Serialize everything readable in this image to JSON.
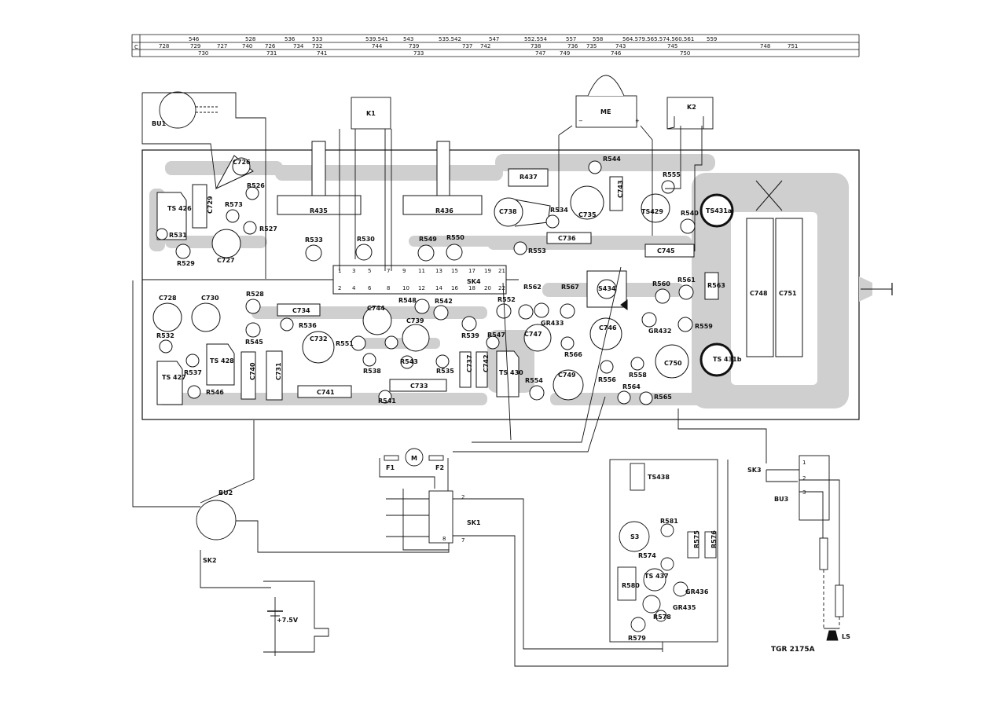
{
  "ref_strip": {
    "row_label": "C",
    "top_refs": [
      "546",
      "528",
      "536",
      "533",
      "539.541",
      "543",
      "535.542",
      "547",
      "552.554",
      "557",
      "558",
      "564.579.565.574.560.561",
      "559"
    ],
    "mid_refs": [
      "728",
      "729",
      "727",
      "740",
      "726",
      "734",
      "732",
      "744",
      "739",
      "737",
      "742",
      "738",
      "736",
      "735",
      "743",
      "745",
      "748",
      "751"
    ],
    "bot_refs": [
      "730",
      "731",
      "741",
      "733",
      "747",
      "749",
      "746",
      "750"
    ]
  },
  "connectors": {
    "bu1": "BU1",
    "bu2": "BU2",
    "bu3": "BU3",
    "sk1": "SK1",
    "sk2": "SK2",
    "sk3": "SK3",
    "sk4": "SK4",
    "k1": "K1",
    "k2": "K2",
    "me": "ME",
    "ls": "LS",
    "motor": "M",
    "f1": "F1",
    "f2": "F2",
    "supply": "+7.5V"
  },
  "figure_code": "TGR 2175A",
  "components": [
    "C726",
    "R526",
    "R573",
    "R527",
    "C729",
    "TS 426",
    "R531",
    "R529",
    "C727",
    "R435",
    "R533",
    "R530",
    "R436",
    "R549",
    "R550",
    "R437",
    "C738",
    "R534",
    "C735",
    "C743",
    "R544",
    "C736",
    "R553",
    "R555",
    "TS429",
    "R540",
    "C745",
    "TS431a",
    "C748",
    "C751",
    "C728",
    "C730",
    "R528",
    "R545",
    "R532",
    "R537",
    "TS 427",
    "TS 428",
    "R546",
    "C740",
    "C731",
    "C734",
    "R536",
    "C732",
    "R551",
    "C744",
    "R548",
    "C739",
    "R542",
    "R543",
    "R538",
    "R541",
    "C741",
    "C733",
    "R539",
    "R535",
    "R547",
    "C737",
    "C742",
    "TS 430",
    "R552",
    "R562",
    "GR433",
    "R567",
    "C747",
    "R566",
    "R554",
    "C749",
    "S434",
    "C746",
    "R560",
    "R561",
    "R563",
    "GR432",
    "R559",
    "R558",
    "R556",
    "R564",
    "R565",
    "C750",
    "TS 431b",
    "TS438",
    "R581",
    "S3",
    "R574",
    "R575",
    "R576",
    "R580",
    "TS 437",
    "GR436",
    "GR435",
    "R578",
    "R579"
  ]
}
